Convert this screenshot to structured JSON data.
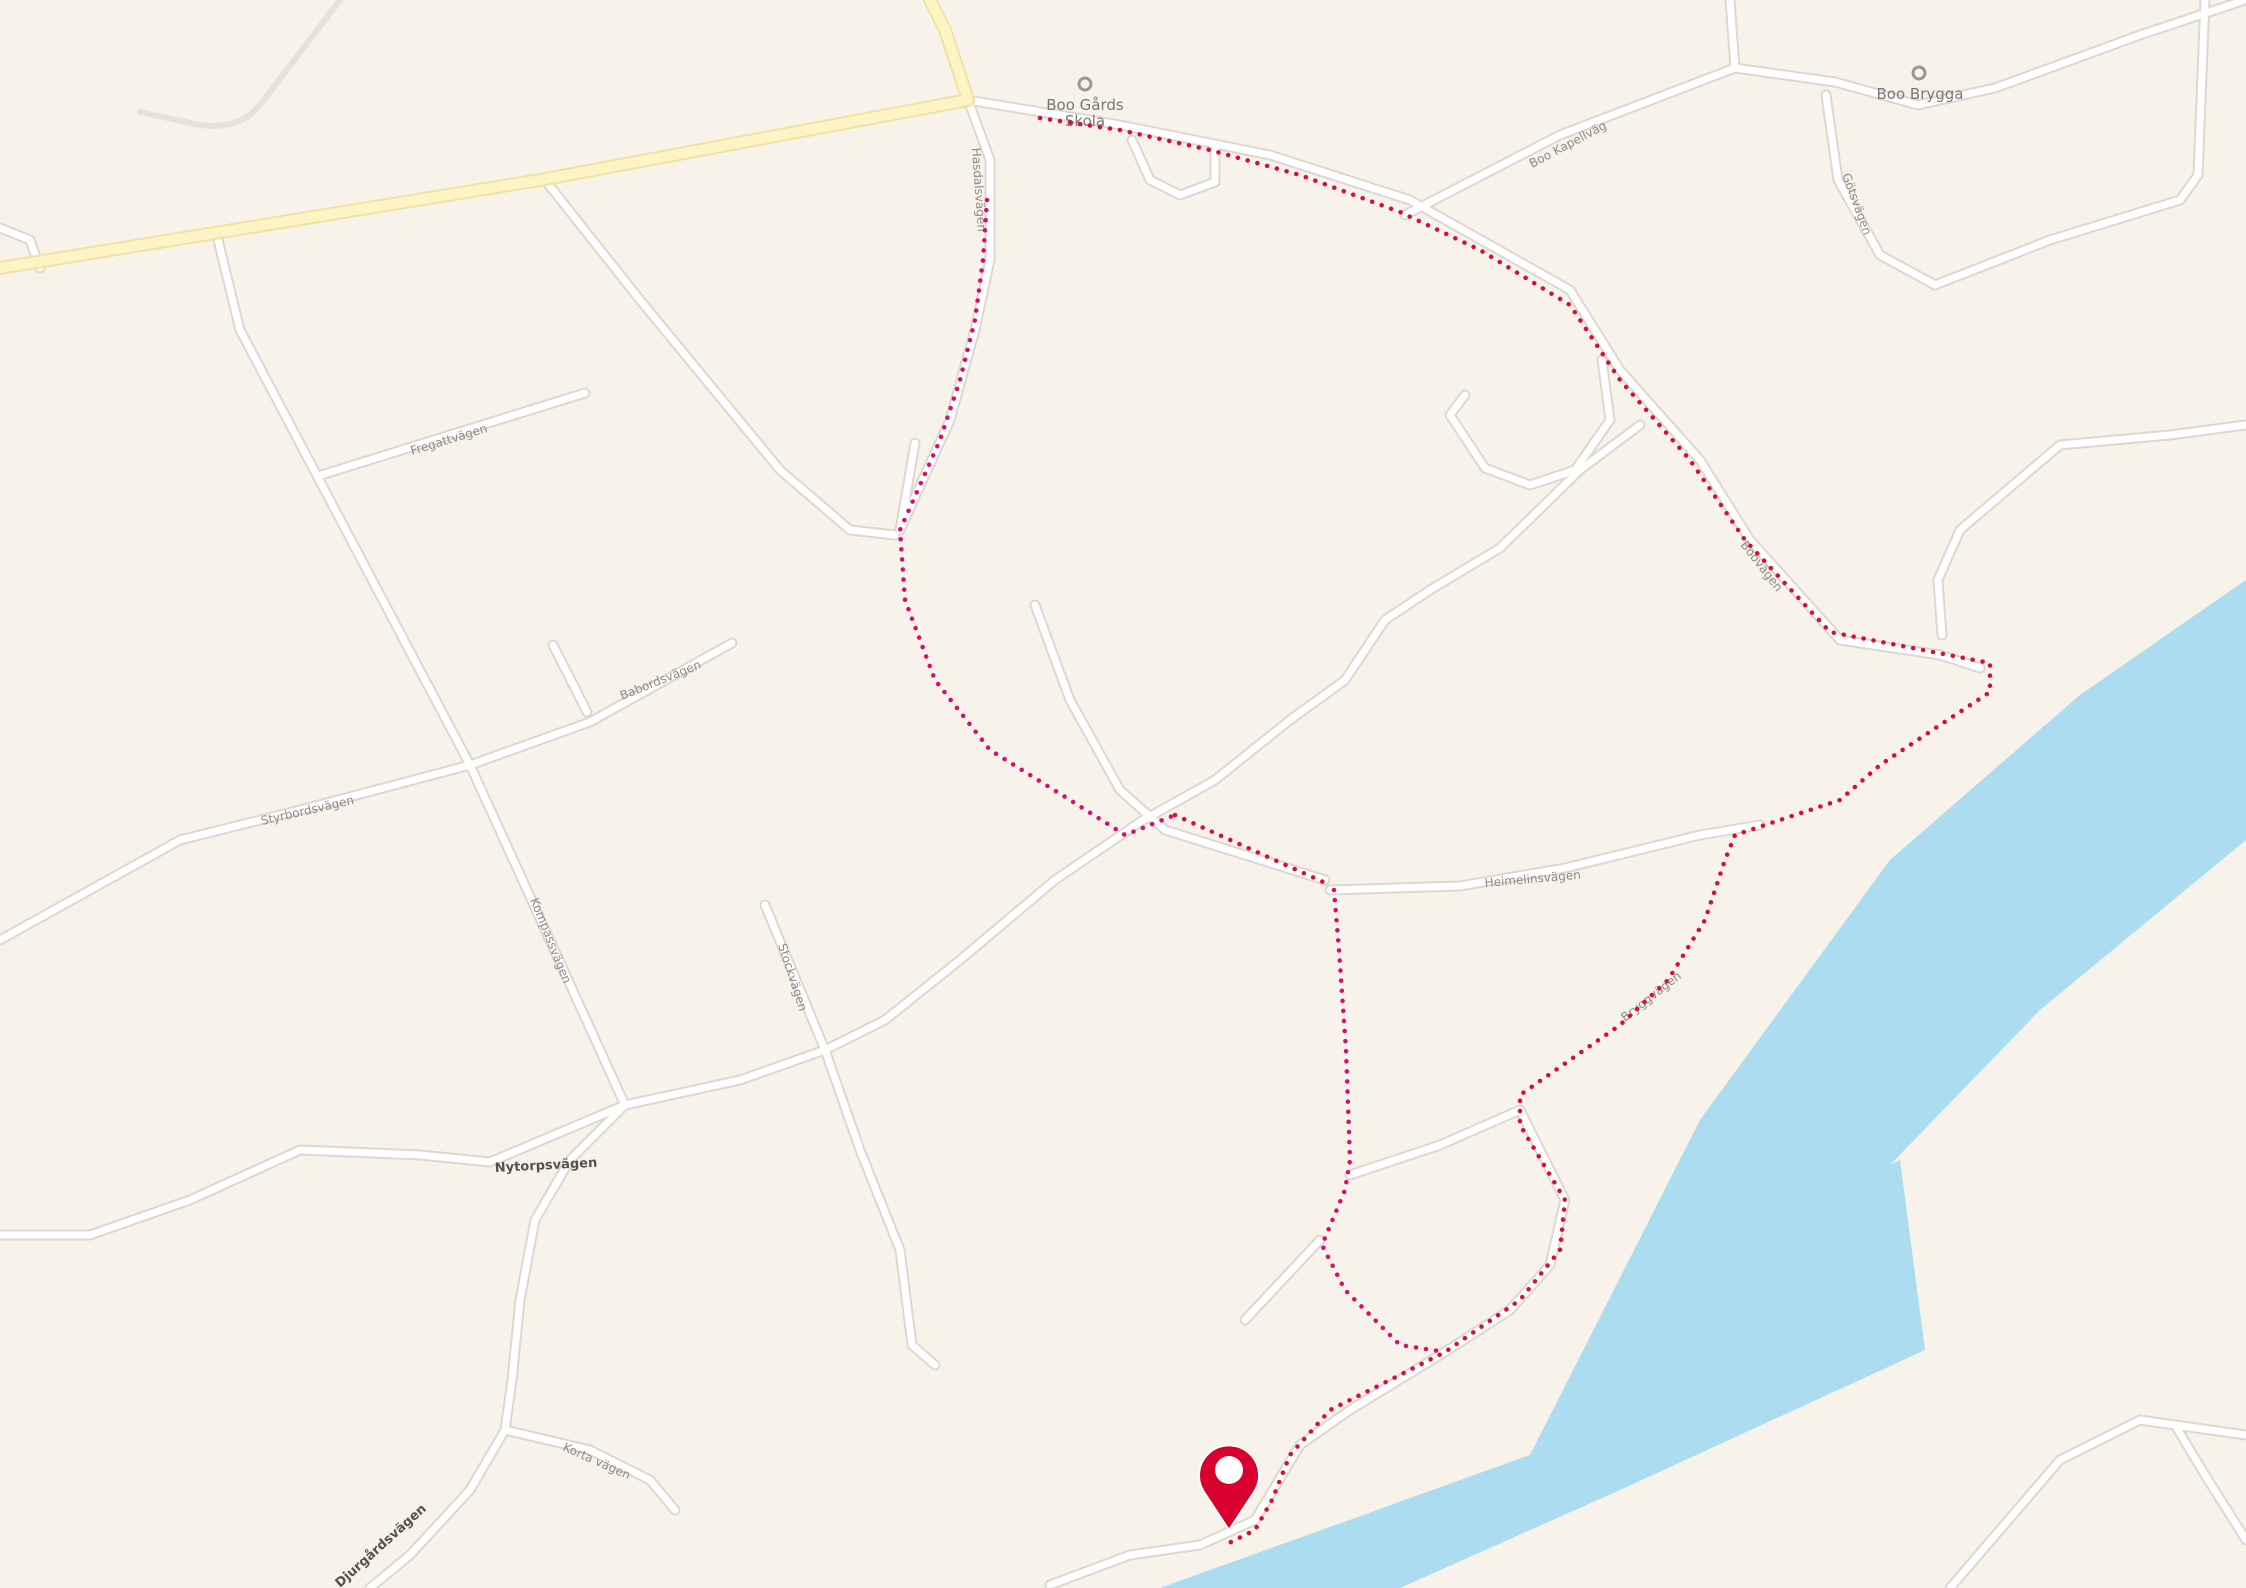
{
  "colors": {
    "land": "#f7f3ea",
    "water": "#abdcf0",
    "road": "#ffffff",
    "major_road": "#fdf4c6",
    "route_primary": "#d90d3a",
    "route_secondary": "#d90d6f",
    "marker": "#d7002f"
  },
  "pois": {
    "boo_gards_skola": {
      "line1": "Boo Gårds",
      "line2": "Skola"
    },
    "boo_brygga": {
      "name": "Boo Brygga"
    }
  },
  "streets": {
    "fregattvagen": "Fregattvägen",
    "babordsvagen": "Babordsvägen",
    "styrbordsvagen": "Styrbordsvägen",
    "kompassvagen": "Kompassvägen",
    "stockvagen": "Stockvägen",
    "nytorpsvagen": "Nytorpsvägen",
    "korta_vagen": "Korta vägen",
    "djurgardsvagen": "Djurgårdsvägen",
    "heimelinsvagen": "Heimelinsvägen",
    "boovagen": "Boovägen",
    "boo_kapellvag": "Boo Kapellväg",
    "gotsvagen": "Götsvägen",
    "hasdalsvagen": "Hasdalsvägen",
    "lower_street": "Bryggvägen"
  },
  "marker": {
    "icon": "map-pin-icon"
  }
}
